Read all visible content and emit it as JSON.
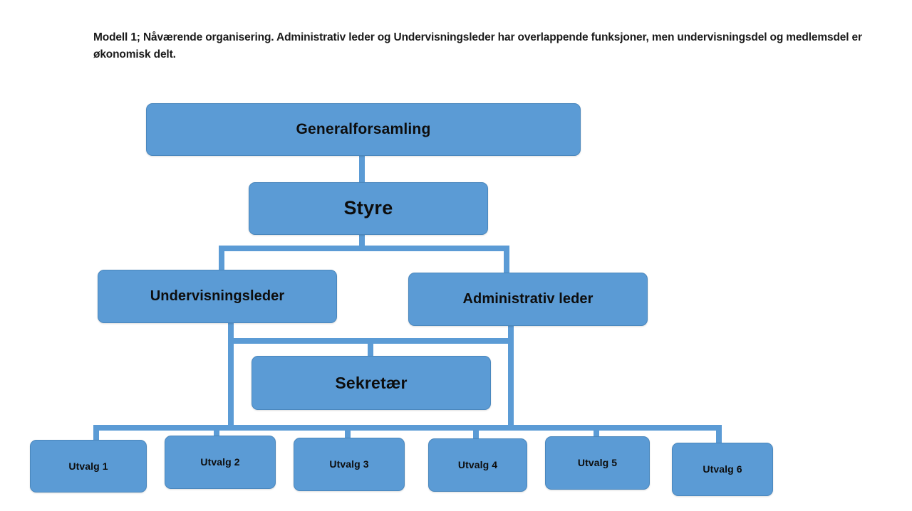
{
  "document": {
    "caption": "Modell 1; Nåværende organisering. Administrativ leder og Undervisningsleder har overlappende funksjoner, men undervisningsdel og medlemsdel er økonomisk delt."
  },
  "colors": {
    "box_fill": "#5B9BD5",
    "box_border": "#4A87BD",
    "connector": "#5B9BD5",
    "text": "#0D0D0D",
    "background": "#FFFFFF"
  },
  "chart_data": {
    "type": "diagram",
    "title": "Modell 1; Nåværende organisering",
    "nodes": [
      {
        "id": "generalforsamling",
        "label": "Generalforsamling",
        "level": 1
      },
      {
        "id": "styre",
        "label": "Styre",
        "level": 2
      },
      {
        "id": "undervisningsleder",
        "label": "Undervisningsleder",
        "level": 3
      },
      {
        "id": "administrativ-leder",
        "label": "Administrativ leder",
        "level": 3
      },
      {
        "id": "sekretaer",
        "label": "Sekretær",
        "level": 4
      },
      {
        "id": "utvalg-1",
        "label": "Utvalg 1",
        "level": 5
      },
      {
        "id": "utvalg-2",
        "label": "Utvalg 2",
        "level": 5
      },
      {
        "id": "utvalg-3",
        "label": "Utvalg 3",
        "level": 5
      },
      {
        "id": "utvalg-4",
        "label": "Utvalg 4",
        "level": 5
      },
      {
        "id": "utvalg-5",
        "label": "Utvalg 5",
        "level": 5
      },
      {
        "id": "utvalg-6",
        "label": "Utvalg 6",
        "level": 5
      }
    ],
    "edges": [
      {
        "from": "generalforsamling",
        "to": "styre"
      },
      {
        "from": "styre",
        "to": "undervisningsleder"
      },
      {
        "from": "styre",
        "to": "administrativ-leder"
      },
      {
        "from": "undervisningsleder",
        "to": "sekretaer"
      },
      {
        "from": "administrativ-leder",
        "to": "sekretaer"
      },
      {
        "from": "undervisningsleder",
        "to": "utvalg-1"
      },
      {
        "from": "undervisningsleder",
        "to": "utvalg-2"
      },
      {
        "from": "undervisningsleder",
        "to": "utvalg-3"
      },
      {
        "from": "administrativ-leder",
        "to": "utvalg-4"
      },
      {
        "from": "administrativ-leder",
        "to": "utvalg-5"
      },
      {
        "from": "administrativ-leder",
        "to": "utvalg-6"
      }
    ]
  },
  "nodes": {
    "generalforsamling": "Generalforsamling",
    "styre": "Styre",
    "undervisningsleder": "Undervisningsleder",
    "administrativ_leder": "Administrativ leder",
    "sekretaer": "Sekretær",
    "utvalg_1": "Utvalg 1",
    "utvalg_2": "Utvalg 2",
    "utvalg_3": "Utvalg 3",
    "utvalg_4": "Utvalg 4",
    "utvalg_5": "Utvalg 5",
    "utvalg_6": "Utvalg 6"
  }
}
